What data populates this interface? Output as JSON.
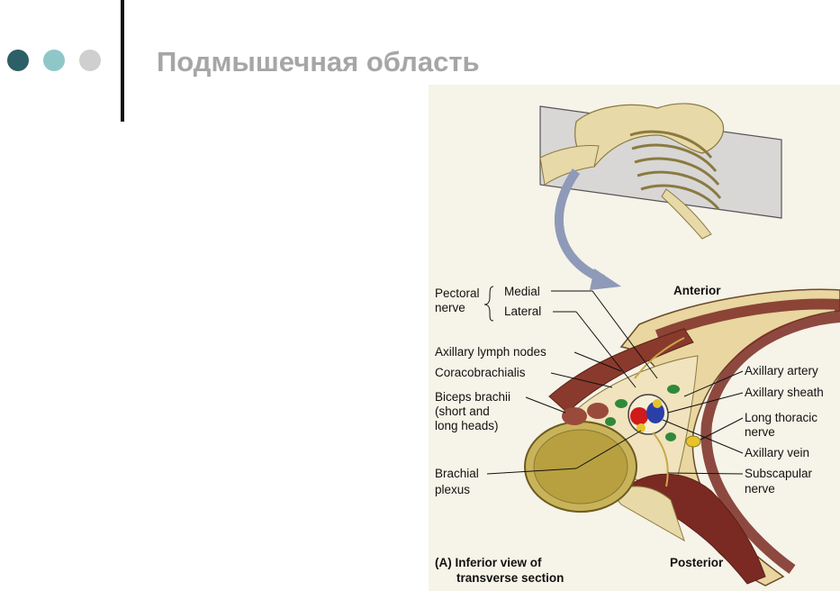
{
  "slide": {
    "title": "Подмышечная область",
    "colors": {
      "dot1": "#2d5f66",
      "dot2": "#8fc7c9",
      "dot3": "#cfcfcf",
      "title": "#a6a6a6"
    }
  },
  "figure": {
    "labels": {
      "pectoral_nerve": "Pectoral",
      "pectoral_nerve2": "nerve",
      "medial": "Medial",
      "lateral": "Lateral",
      "anterior": "Anterior",
      "axillary_lymph_nodes": "Axillary lymph nodes",
      "coracobrachialis": "Coracobrachialis",
      "biceps_1": "Biceps brachii",
      "biceps_2": "(short and",
      "biceps_3": "long heads)",
      "brachial_1": "Brachial",
      "brachial_2": "plexus",
      "axillary_artery": "Axillary artery",
      "axillary_sheath": "Axillary sheath",
      "long_thoracic_1": "Long thoracic",
      "long_thoracic_2": "nerve",
      "axillary_vein": "Axillary vein",
      "subscapular_1": "Subscapular",
      "subscapular_2": "nerve",
      "caption_1": "(A) Inferior view of",
      "caption_2": "transverse section",
      "posterior": "Posterior"
    }
  }
}
